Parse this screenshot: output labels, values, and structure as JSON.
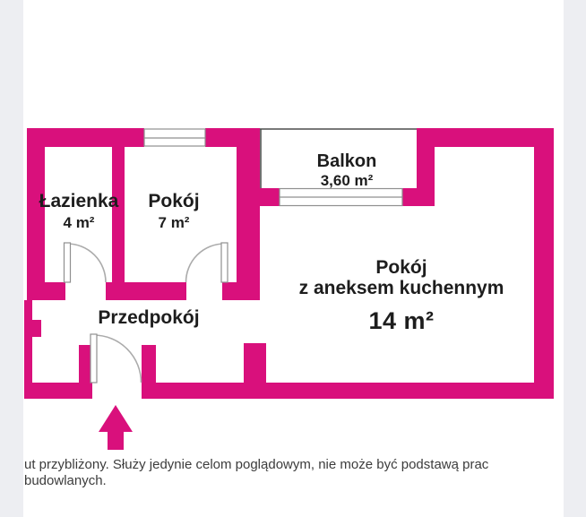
{
  "page": {
    "background_color": "#ffffff",
    "side_strip_color": "#EDEEF2"
  },
  "floor_plan": {
    "wall_color": "#D9107C",
    "outline_color": "#4d4d4d",
    "door_arc_color": "#ababab",
    "rooms": [
      {
        "id": "lazienka",
        "name": "Łazienka",
        "area": "4 m²"
      },
      {
        "id": "pokoj",
        "name": "Pokój",
        "area": "7 m²"
      },
      {
        "id": "balkon",
        "name": "Balkon",
        "area": "3,60 m²"
      },
      {
        "id": "pokoj-z-aneksem",
        "name": "Pokój",
        "name_line2": "z aneksem kuchennym",
        "area": "14 m²"
      },
      {
        "id": "przedpokoj",
        "name": "Przedpokój"
      }
    ]
  },
  "disclaimer": "ut przybliżony. Służy jedynie celom poglądowym, nie może być podstawą prac budowlanych."
}
